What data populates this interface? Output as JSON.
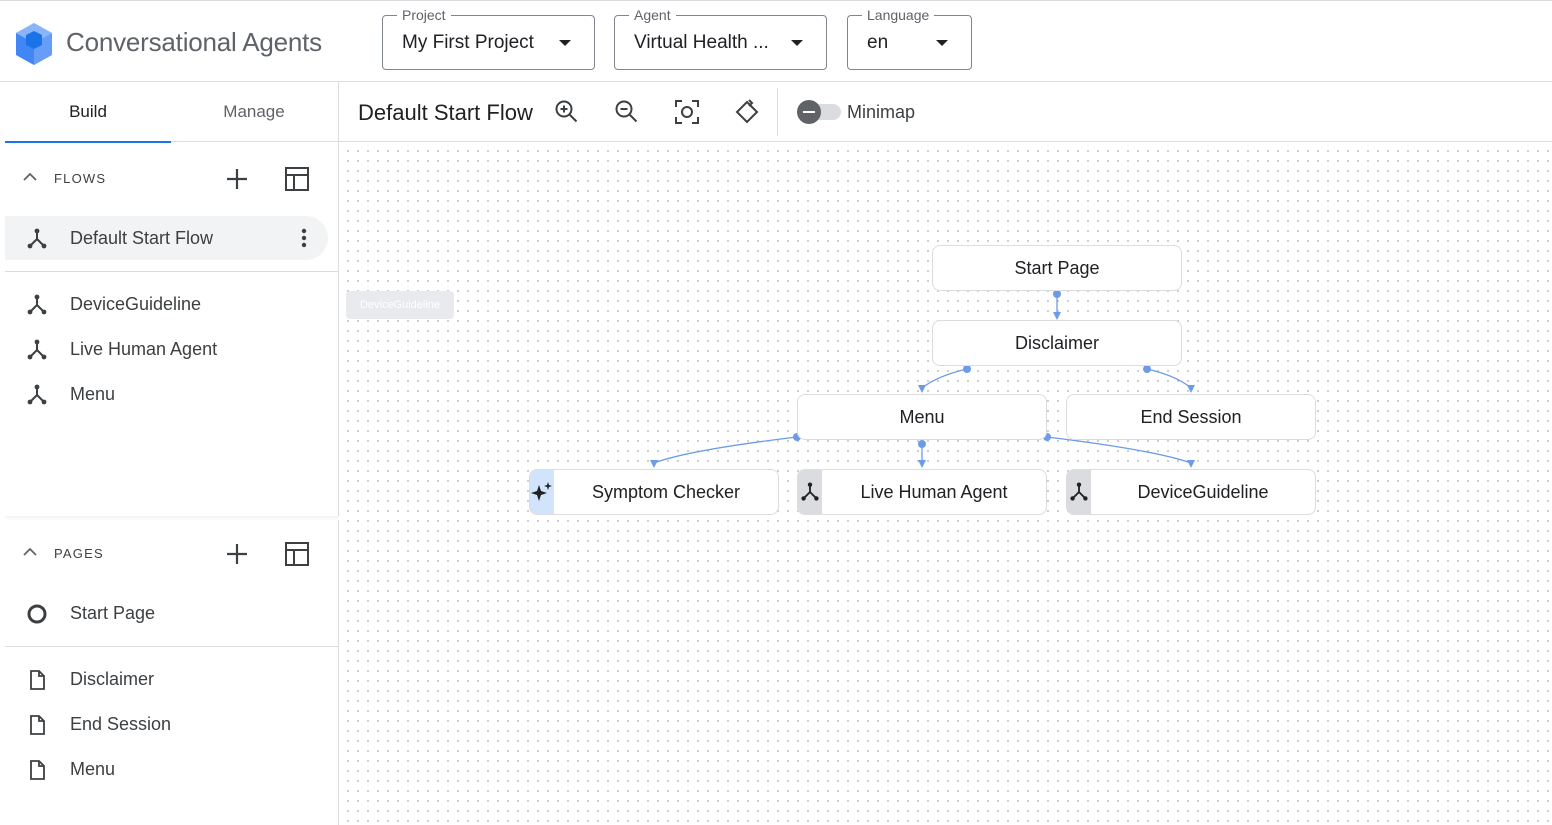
{
  "header": {
    "app_title": "Conversational Agents",
    "project": {
      "label": "Project",
      "value": "My First Project"
    },
    "agent": {
      "label": "Agent",
      "value": "Virtual Health ..."
    },
    "language": {
      "label": "Language",
      "value": "en"
    }
  },
  "tabs": [
    {
      "label": "Build",
      "active": true
    },
    {
      "label": "Manage",
      "active": false
    }
  ],
  "flows": {
    "title": "FLOWS",
    "items": [
      {
        "label": "Default Start Flow",
        "selected": true,
        "icon": "flow-icon"
      },
      {
        "label": "DeviceGuideline",
        "icon": "flow-icon"
      },
      {
        "label": "Live Human Agent",
        "icon": "flow-icon"
      },
      {
        "label": "Menu",
        "icon": "flow-icon"
      }
    ]
  },
  "pages": {
    "title": "PAGES",
    "items": [
      {
        "label": "Start Page",
        "icon": "start-page-icon"
      },
      {
        "label": "Disclaimer",
        "icon": "page-icon"
      },
      {
        "label": "End Session",
        "icon": "page-icon"
      },
      {
        "label": "Menu",
        "icon": "page-icon"
      }
    ]
  },
  "toolbar": {
    "flow_title": "Default Start Flow",
    "tools": [
      "zoom-in-icon",
      "zoom-out-icon",
      "fit-to-screen-icon",
      "reset-layout-icon"
    ],
    "minimap_label": "Minimap",
    "minimap_on": false
  },
  "canvas": {
    "ghost_label": "DeviceGuideline",
    "nodes": [
      {
        "id": "start",
        "label": "Start Page",
        "kind": "page"
      },
      {
        "id": "disclaimer",
        "label": "Disclaimer",
        "kind": "page"
      },
      {
        "id": "menu",
        "label": "Menu",
        "kind": "page"
      },
      {
        "id": "end",
        "label": "End Session",
        "kind": "page"
      },
      {
        "id": "symptom",
        "label": "Symptom Checker",
        "kind": "generative",
        "icon": "sparkle-icon"
      },
      {
        "id": "live",
        "label": "Live Human Agent",
        "kind": "flow",
        "icon": "flow-icon"
      },
      {
        "id": "device",
        "label": "DeviceGuideline",
        "kind": "flow",
        "icon": "flow-icon"
      }
    ],
    "edges": [
      [
        "start",
        "disclaimer"
      ],
      [
        "disclaimer",
        "menu"
      ],
      [
        "disclaimer",
        "end"
      ],
      [
        "menu",
        "symptom"
      ],
      [
        "menu",
        "live"
      ],
      [
        "menu",
        "device"
      ]
    ]
  },
  "colors": {
    "accent": "#1a73e8",
    "edge": "#6c9be8",
    "generative": "#d2e3fc",
    "flow_side": "#dadce0"
  }
}
